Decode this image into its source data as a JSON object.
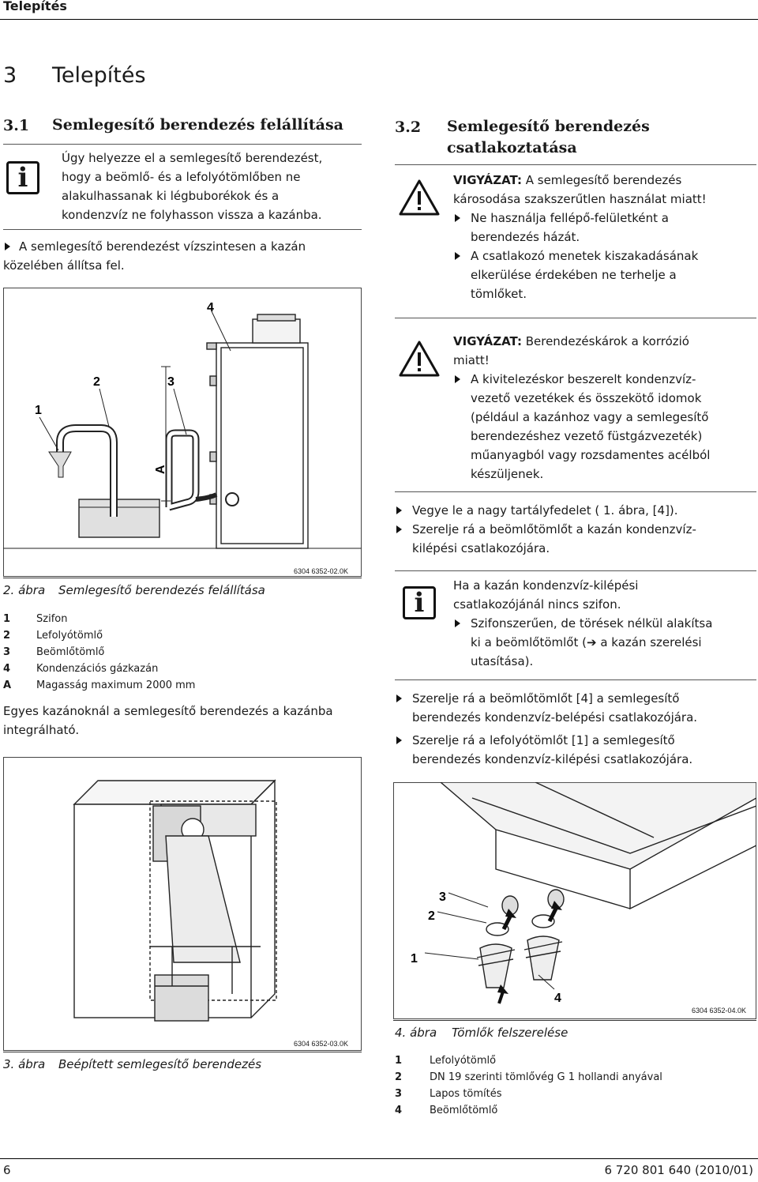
{
  "header": {
    "title": "Telepítés"
  },
  "chapter": {
    "num": "3",
    "title": "Telepítés"
  },
  "sec31": {
    "num": "3.1",
    "title": "Semlegesítő berendezés felállítása",
    "info_lines": [
      "Úgy helyezze el a semlegesítő berendezést,",
      "hogy a beömlő- és a lefolyótömlőben ne",
      "alakulhassanak ki légbuborékok és a",
      "kondenzvíz ne folyhasson vissza a kazánba."
    ],
    "step_lines": [
      "A semlegesítő berendezést vízszintesen a kazán",
      "közelében állítsa fel."
    ]
  },
  "fig2": {
    "labels": [
      "1",
      "2",
      "3",
      "4",
      "A"
    ],
    "code": "6304 6352-02.0K",
    "cap_num": "2. ábra",
    "cap_text": "Semlegesítő berendezés felállítása",
    "legend": [
      {
        "k": "1",
        "v": "Szifon"
      },
      {
        "k": "2",
        "v": "Lefolyótömlő"
      },
      {
        "k": "3",
        "v": "Beömlőtömlő"
      },
      {
        "k": "4",
        "v": "Kondenzációs gázkazán"
      },
      {
        "k": "A",
        "v": "Magasság maximum 2000 mm"
      }
    ],
    "note_lines": [
      "Egyes kazánoknál a semlegesítő berendezés a kazánba",
      "integrálható."
    ]
  },
  "fig3": {
    "code": "6304 6352-03.0K",
    "cap_num": "3. ábra",
    "cap_text": "Beépített semlegesítő berendezés"
  },
  "sec32": {
    "num": "3.2",
    "title_lines": [
      "Semlegesítő berendezés",
      "csatlakoztatása"
    ],
    "warn1": {
      "head": "VIGYÁZAT:",
      "first": " A semlegesítő berendezés",
      "second": "károsodása szakszerűtlen használat miatt!",
      "b1": [
        "Ne használja fellépő-felületként a",
        "berendezés házát."
      ],
      "b2": [
        "A csatlakozó menetek kiszakadásának",
        "elkerülése érdekében ne terhelje a",
        "tömlőket."
      ]
    },
    "warn2": {
      "head": "VIGYÁZAT:",
      "first": " Berendezéskárok a korrózió",
      "second": "miatt!",
      "b1": [
        "A kivitelezéskor beszerelt kondenzvíz-",
        "vezető vezetékek és összekötő idomok",
        "(például a kazánhoz vagy a semlegesítő",
        "berendezéshez vezető füstgázvezeték)",
        "műanyagból vagy rozsdamentes acélból",
        "készüljenek."
      ]
    },
    "step1": [
      "Vegye le a nagy tartályfedelet ( 1. ábra, [4])."
    ],
    "step2": [
      "Szerelje rá a beömlőtömlőt a kazán kondenzvíz-",
      "kilépési csatlakozójára."
    ],
    "info2": {
      "lines": [
        "Ha a kazán kondenzvíz-kilépési",
        "csatlakozójánál nincs szifon."
      ],
      "b1": [
        "Szifonszerűen, de törések nélkül alakítsa",
        "ki a beömlőtömlőt (➔ a kazán szerelési",
        "utasítása)."
      ]
    },
    "step3": [
      "Szerelje rá a beömlőtömlőt [4] a semlegesítő",
      "berendezés kondenzvíz-belépési csatlakozójára."
    ],
    "step4": [
      "Szerelje rá a lefolyótömlőt [1] a semlegesítő",
      "berendezés kondenzvíz-kilépési csatlakozójára."
    ]
  },
  "fig4": {
    "labels": [
      "1",
      "2",
      "3",
      "4"
    ],
    "code": "6304 6352-04.0K",
    "cap_num": "4. ábra",
    "cap_text": "Tömlők felszerelése",
    "legend": [
      {
        "k": "1",
        "v": "Lefolyótömlő"
      },
      {
        "k": "2",
        "v": "DN 19 szerinti tömlővég G 1 hollandi anyával"
      },
      {
        "k": "3",
        "v": "Lapos tömítés"
      },
      {
        "k": "4",
        "v": "Beömlőtömlő"
      }
    ]
  },
  "footer": {
    "page": "6",
    "docnum": "6 720 801 640 (2010/01)"
  }
}
